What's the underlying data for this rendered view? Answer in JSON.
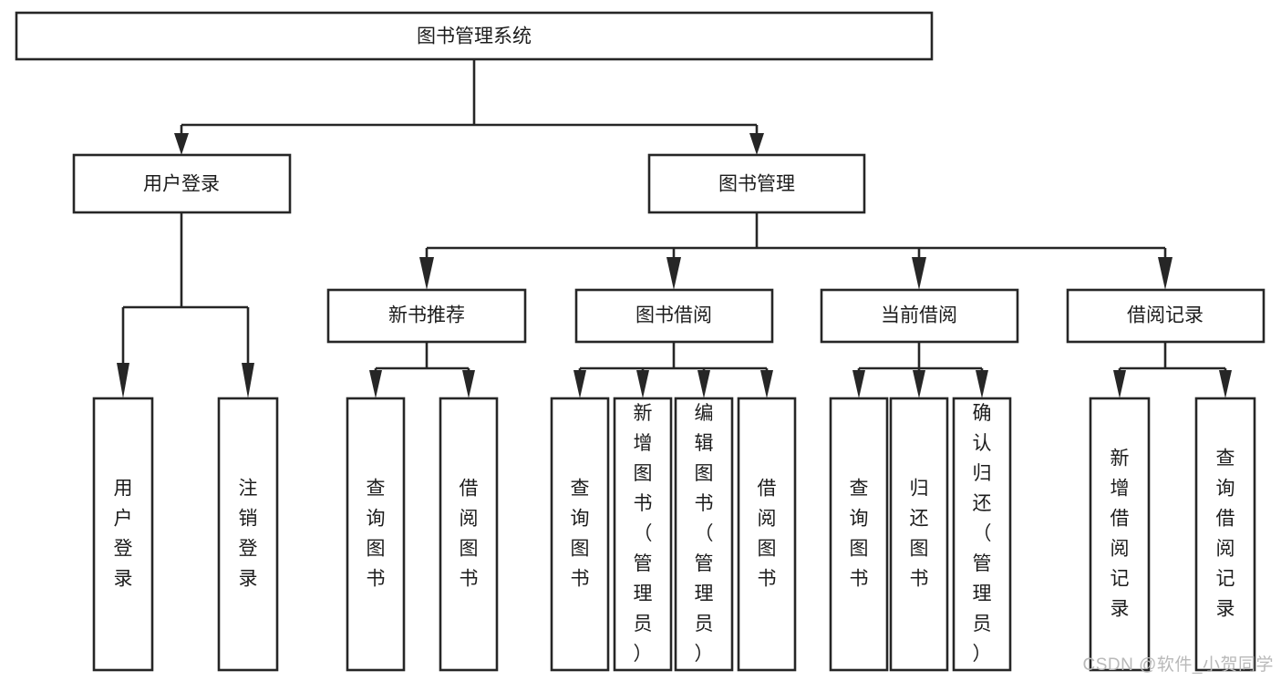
{
  "diagram": {
    "type": "tree",
    "title": "图书管理系统",
    "orientation": "top-down",
    "background_color": "#ffffff",
    "line_color": "#262626",
    "text_color": "#1c1c1c",
    "root": {
      "id": "root",
      "label": "图书管理系统",
      "text_orientation": "horizontal"
    },
    "level2": [
      {
        "id": "user-login",
        "label": "用户登录",
        "text_orientation": "horizontal"
      },
      {
        "id": "book-management",
        "label": "图书管理",
        "text_orientation": "horizontal"
      }
    ],
    "level3": [
      {
        "id": "new-book-recommend",
        "label": "新书推荐",
        "text_orientation": "horizontal",
        "parent": "book-management"
      },
      {
        "id": "book-borrow",
        "label": "图书借阅",
        "text_orientation": "horizontal",
        "parent": "book-management"
      },
      {
        "id": "current-borrow",
        "label": "当前借阅",
        "text_orientation": "horizontal",
        "parent": "book-management"
      },
      {
        "id": "borrow-record",
        "label": "借阅记录",
        "text_orientation": "horizontal",
        "parent": "book-management"
      }
    ],
    "leaves": [
      {
        "id": "leaf-user-login",
        "label": "用户登录",
        "text_orientation": "vertical",
        "parent": "user-login"
      },
      {
        "id": "leaf-logout",
        "label": "注销登录",
        "text_orientation": "vertical",
        "parent": "user-login"
      },
      {
        "id": "leaf-query-book-1",
        "label": "查询图书",
        "text_orientation": "vertical",
        "parent": "new-book-recommend"
      },
      {
        "id": "leaf-borrow-book-1",
        "label": "借阅图书",
        "text_orientation": "vertical",
        "parent": "new-book-recommend"
      },
      {
        "id": "leaf-query-book-2",
        "label": "查询图书",
        "text_orientation": "vertical",
        "parent": "book-borrow"
      },
      {
        "id": "leaf-add-book",
        "label": "新增图书（管理员）",
        "text_orientation": "vertical",
        "parent": "book-borrow"
      },
      {
        "id": "leaf-edit-book",
        "label": "编辑图书（管理员）",
        "text_orientation": "vertical",
        "parent": "book-borrow"
      },
      {
        "id": "leaf-borrow-book-2",
        "label": "借阅图书",
        "text_orientation": "vertical",
        "parent": "book-borrow"
      },
      {
        "id": "leaf-query-book-3",
        "label": "查询图书",
        "text_orientation": "vertical",
        "parent": "current-borrow"
      },
      {
        "id": "leaf-return-book",
        "label": "归还图书",
        "text_orientation": "vertical",
        "parent": "current-borrow"
      },
      {
        "id": "leaf-confirm-return",
        "label": "确认归还（管理员）",
        "text_orientation": "vertical",
        "parent": "current-borrow"
      },
      {
        "id": "leaf-add-record",
        "label": "新增借阅记录",
        "text_orientation": "vertical",
        "parent": "borrow-record"
      },
      {
        "id": "leaf-query-record",
        "label": "查询借阅记录",
        "text_orientation": "vertical",
        "parent": "borrow-record"
      }
    ]
  },
  "watermark": {
    "text": "CSDN @软件_小贺同学"
  }
}
